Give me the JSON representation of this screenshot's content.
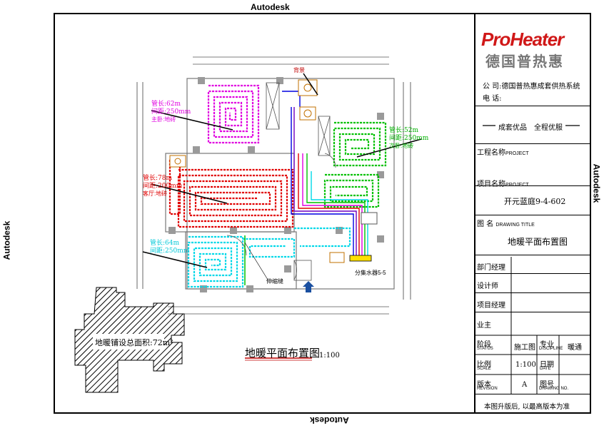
{
  "watermark": {
    "top": "Autodesk",
    "left": "Autodesk",
    "right": "Autodesk",
    "bottom": "Autodesk"
  },
  "brand": {
    "logo": "ProHeater",
    "name_cn": "德国普热惠"
  },
  "company": {
    "label_company": "公 司:德国普热惠成套供热系统",
    "label_phone": "电 话:"
  },
  "slogan": {
    "left": "成套优品",
    "right": "全程优服"
  },
  "project": {
    "engineering_label": "工程名称",
    "engineering_label_en": "PROJECT",
    "item_label": "项目名称",
    "item_label_en": "PROJECT",
    "item_value": "开元蓝庭9-4-602",
    "drawing_label": "图   名",
    "drawing_label_en": "DRAWING TITLE",
    "drawing_value": "地暖平面布置图"
  },
  "approvals": [
    "部门经理",
    "设计师",
    "项目经理",
    "业主"
  ],
  "meta": {
    "stage_label": "阶段",
    "stage_en": "STATUS",
    "stage_value": "施工图",
    "discipline_label": "专业",
    "discipline_en": "DISCIPLINE",
    "discipline_value": "暖通",
    "scale_label": "比例",
    "scale_en": "SCALE",
    "scale_value": "1:100",
    "date_label": "日期",
    "date_en": "DATE",
    "revision_label": "版本",
    "revision_en": "REVISION",
    "revision_value": "A",
    "drawing_no_label": "图号",
    "drawing_no_en": "DRAWING NO."
  },
  "footer_note": "本图升版后, 以最高版本为准",
  "plan": {
    "title": "地暖平面布置图",
    "scale": "1:100",
    "area_label": "地暖铺设总面积:72m²",
    "loops": [
      {
        "length": "管长:62m",
        "spacing": "间距:250mm",
        "floor": "主卧:地砖",
        "color": "#e000e0"
      },
      {
        "length": "管长:78m",
        "spacing": "间距:200mm",
        "floor": "客厅:地砖",
        "color": "#e00000"
      },
      {
        "length": "管长:64m",
        "spacing": "间距:250mm",
        "floor": "",
        "color": "#00d8e8"
      },
      {
        "length": "管长:52m",
        "spacing": "间距:250mm",
        "floor": "次卧:地砖",
        "color": "#00c000"
      }
    ],
    "manifold_label": "分集水器5-5",
    "expansion_label": "伸缩缝",
    "note_top": "背景"
  }
}
